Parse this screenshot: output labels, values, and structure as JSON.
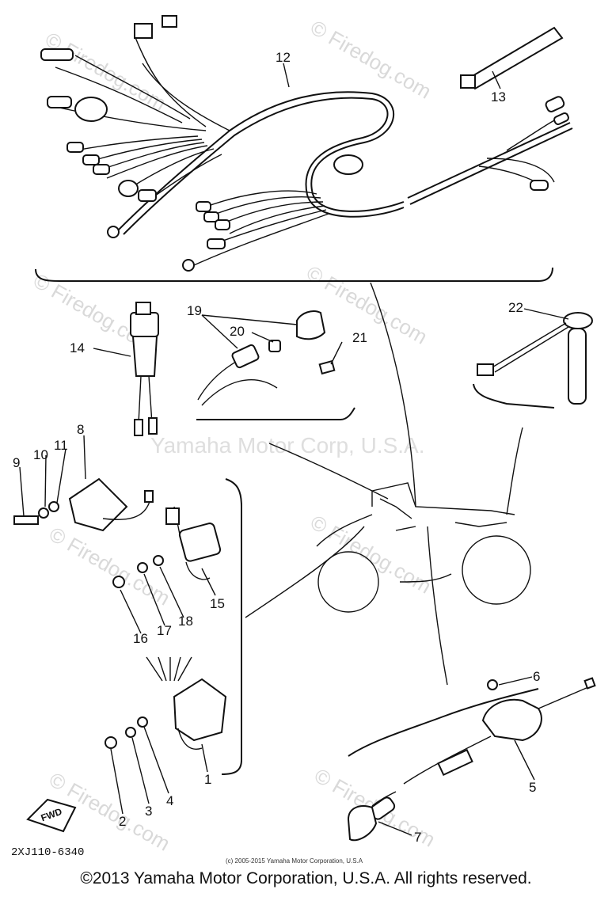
{
  "watermarks": {
    "site": "© Firedog.com",
    "owner": "Yamaha Motor Corp, U.S.A."
  },
  "parts": [
    {
      "num": "1"
    },
    {
      "num": "2"
    },
    {
      "num": "3"
    },
    {
      "num": "4"
    },
    {
      "num": "5"
    },
    {
      "num": "6"
    },
    {
      "num": "7"
    },
    {
      "num": "8"
    },
    {
      "num": "9"
    },
    {
      "num": "10"
    },
    {
      "num": "11"
    },
    {
      "num": "12"
    },
    {
      "num": "13"
    },
    {
      "num": "14"
    },
    {
      "num": "15"
    },
    {
      "num": "16"
    },
    {
      "num": "17"
    },
    {
      "num": "18"
    },
    {
      "num": "19"
    },
    {
      "num": "20"
    },
    {
      "num": "21"
    },
    {
      "num": "22"
    }
  ],
  "fwd_label": "FWD",
  "part_code": "2XJ110-6340",
  "copyright_small": "(c) 2005-2015 Yamaha Motor Corporation, U.S.A",
  "copyright_main": "©2013 Yamaha Motor Corporation, U.S.A. All rights reserved."
}
